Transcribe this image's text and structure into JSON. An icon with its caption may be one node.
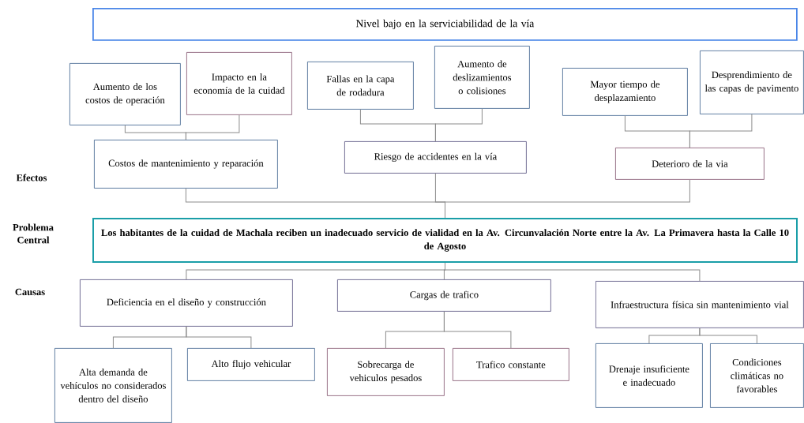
{
  "diagram": {
    "nodes": [
      {
        "text": [
          "Nivel bajo en la serviciabilidad de la vía"
        ]
      },
      {
        "text": [
          "Aumento de los costos de operación"
        ]
      },
      {
        "text": [
          "Impacto en la economía de la cuidad"
        ]
      },
      {
        "text": [
          "Fallas en la capa de rodadura"
        ]
      },
      {
        "text": [
          "Aumento de deslizamientos o colisiones"
        ]
      },
      {
        "text": [
          "Mayor tiempo de desplazamiento"
        ]
      },
      {
        "text": [
          "Desprendimiento de las capas de pavimento"
        ]
      },
      {
        "text": [
          "Costos de mantenimiento y reparación"
        ]
      },
      {
        "text": [
          "Riesgo de accidentes en la vía"
        ]
      },
      {
        "text": [
          "Deterioro de la via"
        ]
      },
      {
        "text": [
          "Los habitantes de la cuidad de Machala reciben un inadecuado servicio de vialidad en la Av. Circunvalación Norte entre la Av. La Primavera hasta la Calle 10 de Agosto"
        ]
      },
      {
        "text": [
          "Deficiencia en el diseño y construcción"
        ]
      },
      {
        "text": [
          "Cargas de trafico"
        ]
      },
      {
        "text": [
          "Infraestructura física sin mantenimiento vial"
        ]
      },
      {
        "text": [
          "Alta demanda de vehículos no considerados dentro del diseño"
        ]
      },
      {
        "text": [
          "Alto flujo vehicular"
        ]
      },
      {
        "text": [
          "Sobrecarga de vehiculos pesados"
        ]
      },
      {
        "text": [
          "Trafico constante"
        ]
      },
      {
        "text": [
          "Drenaje insuficiente e inadecuado"
        ]
      },
      {
        "text": [
          "Condiciones climáticas no favorables"
        ]
      }
    ],
    "edges": [
      {
        "from": 1,
        "to": 7,
        "arrow": "none"
      },
      {
        "from": 2,
        "to": 7,
        "arrow": "none"
      },
      {
        "from": 3,
        "to": 8,
        "arrow": "none"
      },
      {
        "from": 4,
        "to": 8,
        "arrow": "none"
      },
      {
        "from": 5,
        "to": 9,
        "arrow": "none"
      },
      {
        "from": 6,
        "to": 9,
        "arrow": "none"
      },
      {
        "from": 7,
        "to": 10,
        "arrow": "none"
      },
      {
        "from": 8,
        "to": 10,
        "arrow": "none"
      },
      {
        "from": 9,
        "to": 10,
        "arrow": "none"
      },
      {
        "from": 10,
        "to": 11,
        "arrow": "none"
      },
      {
        "from": 10,
        "to": 12,
        "arrow": "none"
      },
      {
        "from": 10,
        "to": 13,
        "arrow": "none"
      },
      {
        "from": 11,
        "to": 14,
        "arrow": "none"
      },
      {
        "from": 11,
        "to": 15,
        "arrow": "none"
      },
      {
        "from": 12,
        "to": 16,
        "arrow": "none"
      },
      {
        "from": 12,
        "to": 17,
        "arrow": "none"
      },
      {
        "from": 13,
        "to": 18,
        "arrow": "none"
      },
      {
        "from": 13,
        "to": 19,
        "arrow": "none"
      }
    ],
    "labels": [
      "Efectos",
      "Problema Central",
      "Causas"
    ]
  }
}
